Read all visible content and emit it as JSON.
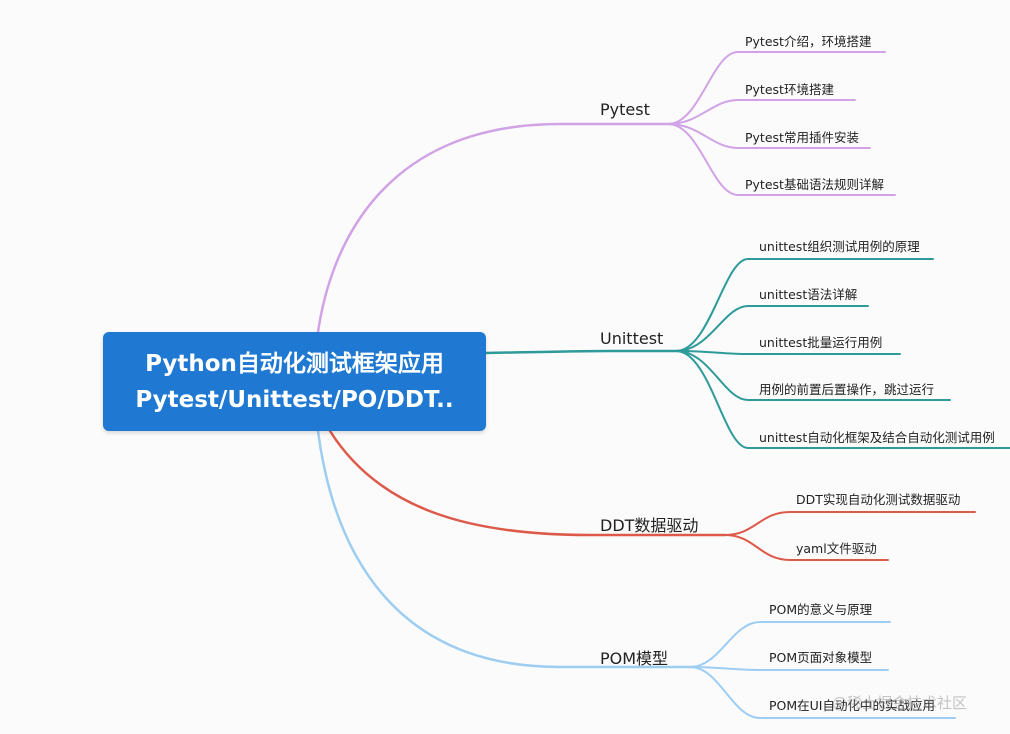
{
  "root": {
    "line1": "Python自动化测试框架应用",
    "line2": "Pytest/Unittest/PO/DDT.."
  },
  "branches": [
    {
      "key": "pytest",
      "label": "Pytest",
      "color": "#d1a3e6",
      "children": [
        "Pytest介绍，环境搭建",
        "Pytest环境搭建",
        "Pytest常用插件安装",
        "Pytest基础语法规则详解"
      ]
    },
    {
      "key": "unittest",
      "label": "Unittest",
      "color": "#2e9a9a",
      "children": [
        "unittest组织测试用例的原理",
        "unittest语法详解",
        "unittest批量运行用例",
        "用例的前置后置操作，跳过运行",
        "unittest自动化框架及结合自动化测试用例"
      ]
    },
    {
      "key": "ddt",
      "label": "DDT数据驱动",
      "color": "#dd5a4a",
      "children": [
        "DDT实现自动化测试数据驱动",
        "yaml文件驱动"
      ]
    },
    {
      "key": "pom",
      "label": "POM模型",
      "color": "#9ecdf2",
      "children": [
        "POM的意义与原理",
        "POM页面对象模型",
        "POM在UI自动化中的实战应用"
      ]
    }
  ],
  "watermark": "@稀土掘金技术社区"
}
